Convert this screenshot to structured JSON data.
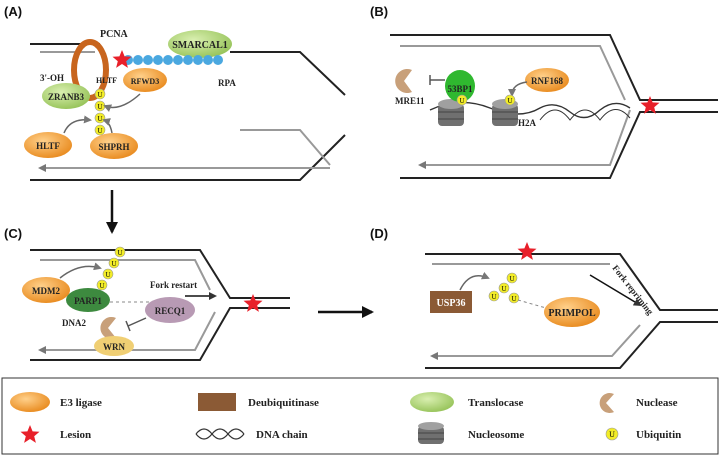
{
  "panels": {
    "a": {
      "label": "(A)",
      "pcna": "PCNA",
      "smarcal1": "SMARCAL1",
      "oh": "3'-OH",
      "hltf_ring": "HLTF",
      "rfwd3": "RFWD3",
      "zranb3": "ZRANB3",
      "rpa": "RPA",
      "hltf": "HLTF",
      "shprh": "SHPRH",
      "ub": "U"
    },
    "b": {
      "label": "(B)",
      "mre11": "MRE11",
      "53bp1": "53BP1",
      "rnf168": "RNF168",
      "h2a": "H2A",
      "ub": "U"
    },
    "c": {
      "label": "(C)",
      "mdm2": "MDM2",
      "parp1": "PARP1",
      "fork_restart": "Fork restart",
      "recq1": "RECQ1",
      "dna2": "DNA2",
      "wrn": "WRN",
      "ub": "U"
    },
    "d": {
      "label": "(D)",
      "usp36": "USP36",
      "primpol": "PRIMPOL",
      "fork_repriming": "Fork repriming",
      "ub": "U"
    }
  },
  "legend": {
    "items": [
      {
        "label": "E3 ligase"
      },
      {
        "label": "Deubiquitinase"
      },
      {
        "label": "Translocase"
      },
      {
        "label": "Nuclease"
      },
      {
        "label": "Lesion"
      },
      {
        "label": "DNA chain"
      },
      {
        "label": "Nucleosome"
      },
      {
        "label": "Ubiquitin"
      }
    ],
    "ub": "U"
  },
  "colors": {
    "e3": "#f4a23c",
    "dub": "#8b5a35",
    "translocase": "#a9cf6a",
    "nuclease": "#c8a07a",
    "lesion": "#e8202a",
    "ubiquitin": "#f2ec28",
    "rpa": "#4aa8e0",
    "parp1": "#3d8a3f",
    "recq1": "#b89ab4",
    "wrn": "#f0cf74",
    "bp1": "#2fb82f",
    "pcna": "#c8651e"
  }
}
